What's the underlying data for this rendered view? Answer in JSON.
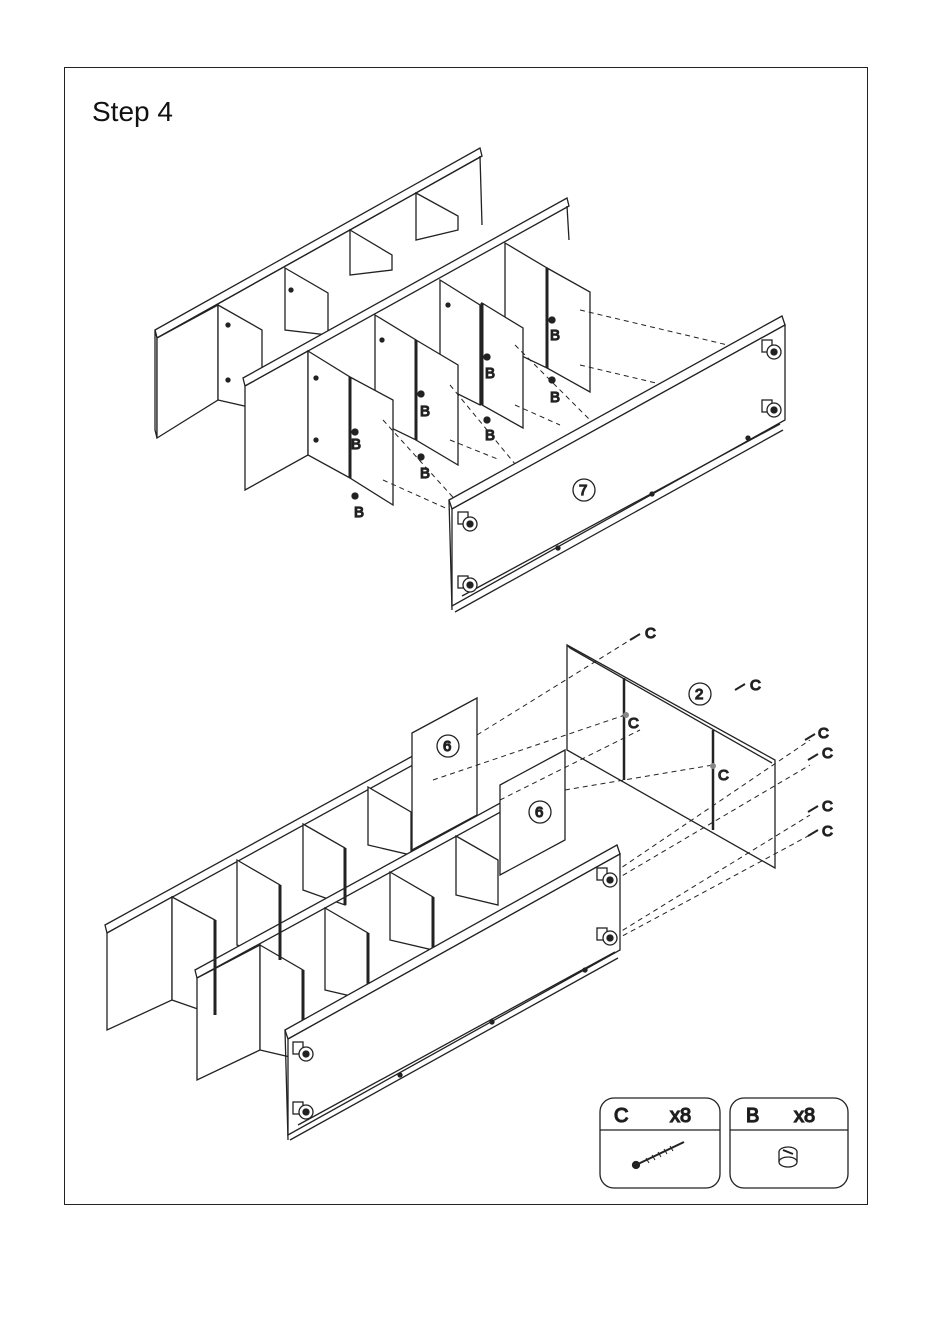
{
  "step_title": "Step 4",
  "upper_assembly": {
    "fastener_label": "B",
    "part_number": "7"
  },
  "lower_assembly": {
    "fastener_label": "C",
    "part_numbers": {
      "back": "2",
      "divider": "6"
    }
  },
  "hardware": [
    {
      "letter": "C",
      "quantity": "x8",
      "icon": "screw-icon"
    },
    {
      "letter": "B",
      "quantity": "x8",
      "icon": "cam-lock-icon"
    }
  ]
}
